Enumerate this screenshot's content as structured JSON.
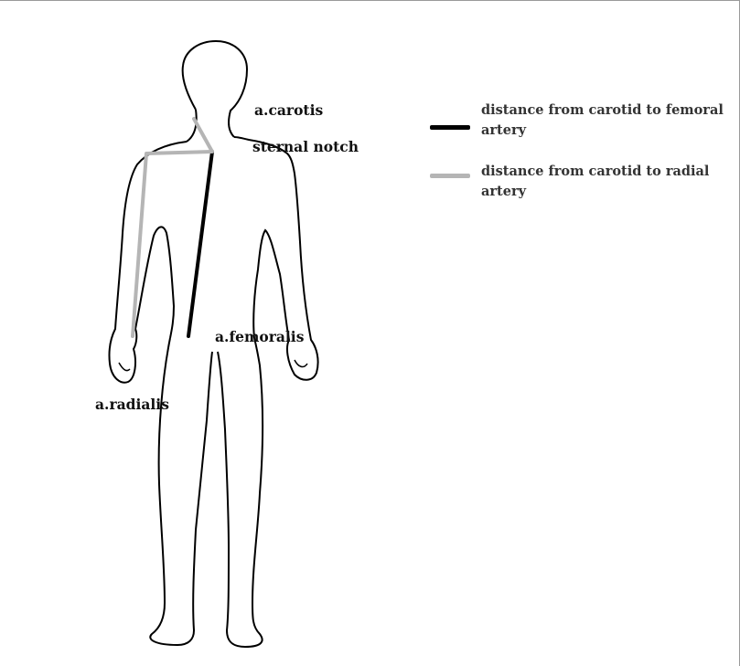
{
  "labels": {
    "carotis": "a.carotis",
    "sternal_notch": "sternal notch",
    "femoralis": "a.femoralis",
    "radialis": "a.radialis"
  },
  "legend": {
    "items": [
      {
        "text": "distance from carotid to femoral artery",
        "color": "#000000"
      },
      {
        "text": "distance from carotid to radial artery",
        "color": "#b5b5b5"
      }
    ]
  },
  "colors": {
    "outline": "#000000",
    "femoral_path": "#000000",
    "radial_path": "#b5b5b5"
  }
}
